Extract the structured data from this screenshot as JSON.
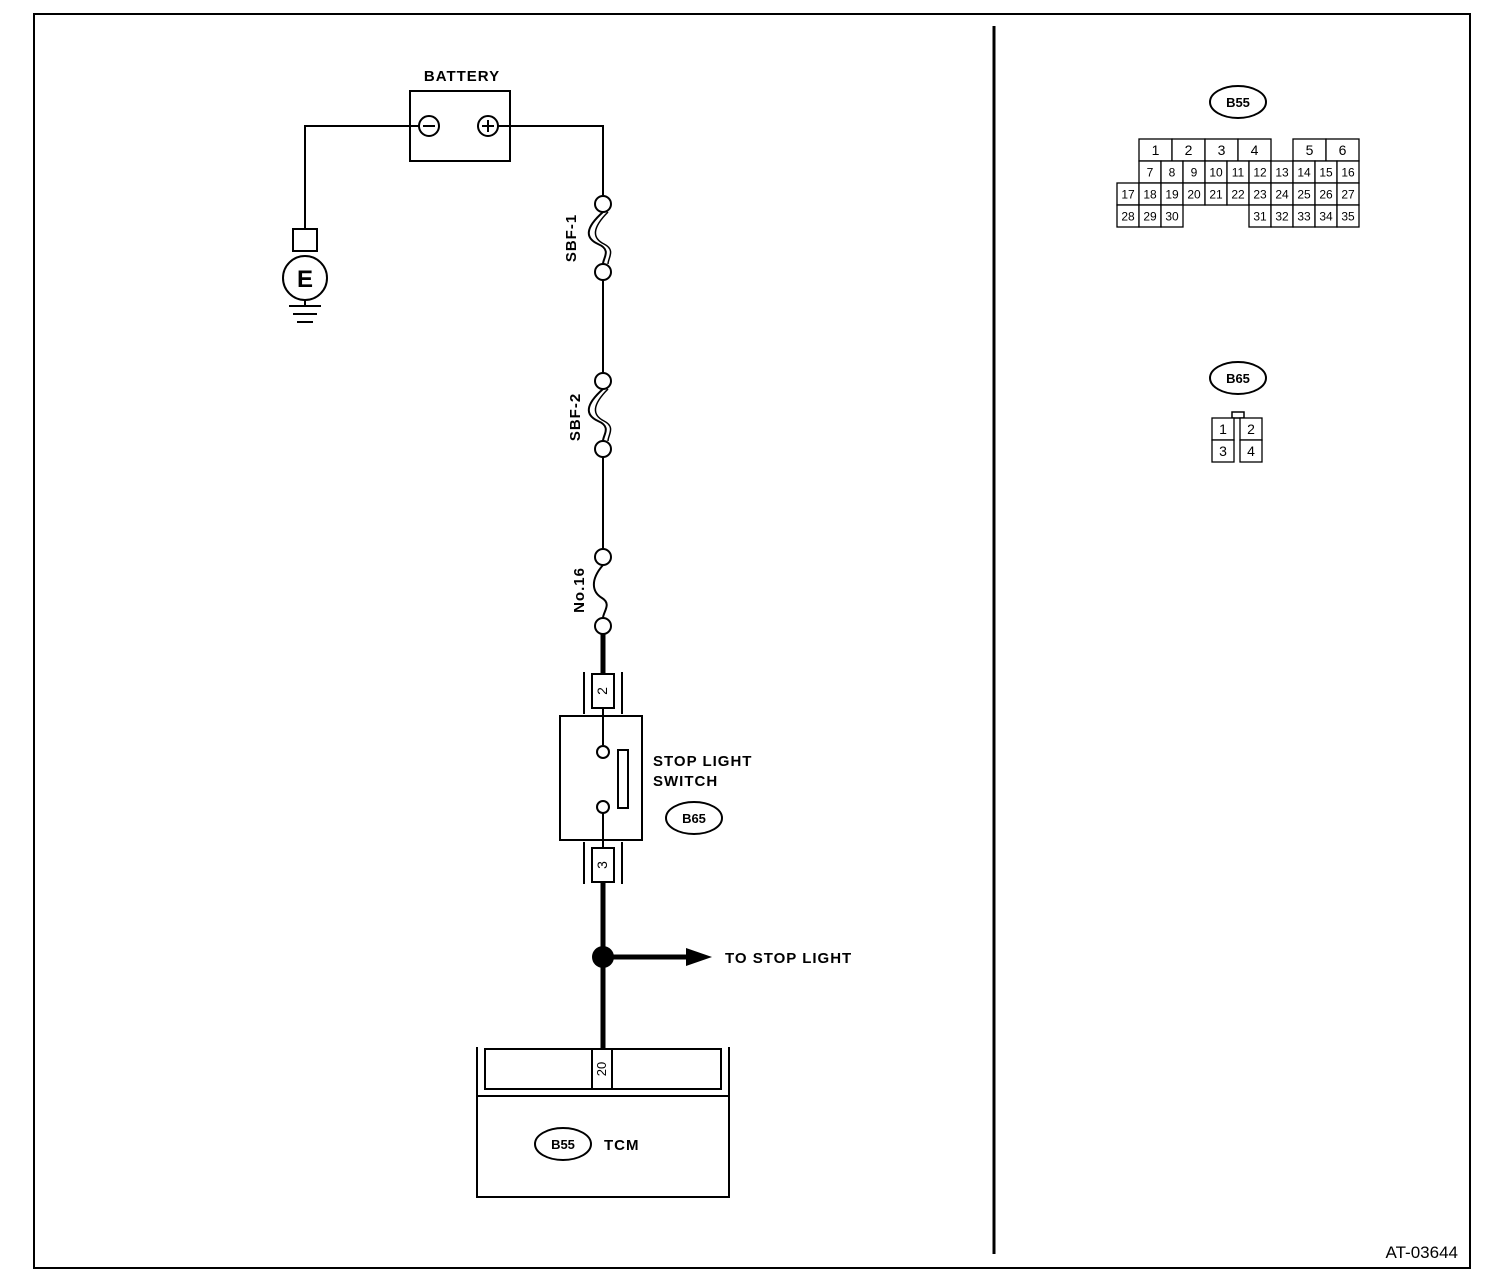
{
  "battery": {
    "label": "BATTERY",
    "neg_symbol": "−",
    "pos_symbol": "+"
  },
  "ground": {
    "label": "E"
  },
  "fuses": [
    {
      "id": "SBF-1"
    },
    {
      "id": "SBF-2"
    },
    {
      "id": "No.16"
    }
  ],
  "stop_light_switch": {
    "label_line1": "STOP LIGHT",
    "label_line2": "SWITCH",
    "connector": "B65",
    "pin_top": "2",
    "pin_bottom": "3"
  },
  "branch": {
    "label": "TO STOP LIGHT"
  },
  "tcm": {
    "connector": "B55",
    "label": "TCM",
    "pin": "20"
  },
  "connector_b55": {
    "label": "B55",
    "rows": [
      [
        "1",
        "2",
        "3",
        "4",
        "5",
        "6"
      ],
      [
        "7",
        "8",
        "9",
        "10",
        "11",
        "12",
        "13",
        "14",
        "15",
        "16"
      ],
      [
        "17",
        "18",
        "19",
        "20",
        "21",
        "22",
        "23",
        "24",
        "25",
        "26",
        "27"
      ],
      [
        "28",
        "29",
        "30",
        "31",
        "32",
        "33",
        "34",
        "35"
      ]
    ]
  },
  "connector_b65": {
    "label": "B65",
    "rows": [
      [
        "1",
        "2"
      ],
      [
        "3",
        "4"
      ]
    ]
  },
  "figure_ref": "AT-03644"
}
